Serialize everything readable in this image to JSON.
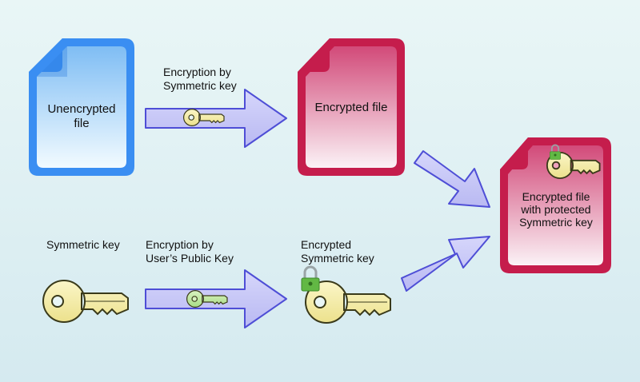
{
  "labels": {
    "unencrypted_file": "Unencrypted\nfile",
    "encryption_symmetric": "Encryption by\nSymmetric key",
    "encrypted_file": "Encrypted file",
    "encrypted_protected": "Encrypted file\nwith protected\nSymmetric key",
    "symmetric_key": "Symmetric key",
    "encryption_public": "Encryption by\nUser’s Public Key",
    "encrypted_symmetric": "Encrypted\nSymmetric key"
  },
  "colors": {
    "background_top": "#e9f6f6",
    "background_bottom": "#d5eaf0",
    "unencrypted_border": "#3a8ef2",
    "unencrypted_fill_top": "#7fbdf4",
    "unencrypted_fill_bottom": "#f2fbff",
    "encrypted_border": "#c51d4c",
    "encrypted_fill_top": "#d24a79",
    "encrypted_fill_bottom": "#fbf2f6",
    "arrow_fill": "#c9c9f7",
    "arrow_stroke": "#4e4ed6",
    "key_fill": "#f5eeae",
    "key_stroke": "#3a3a1a",
    "lock_green": "#62b844"
  },
  "icons": [
    "document-icon",
    "arrow-right-icon",
    "key-icon",
    "padlock-icon"
  ]
}
